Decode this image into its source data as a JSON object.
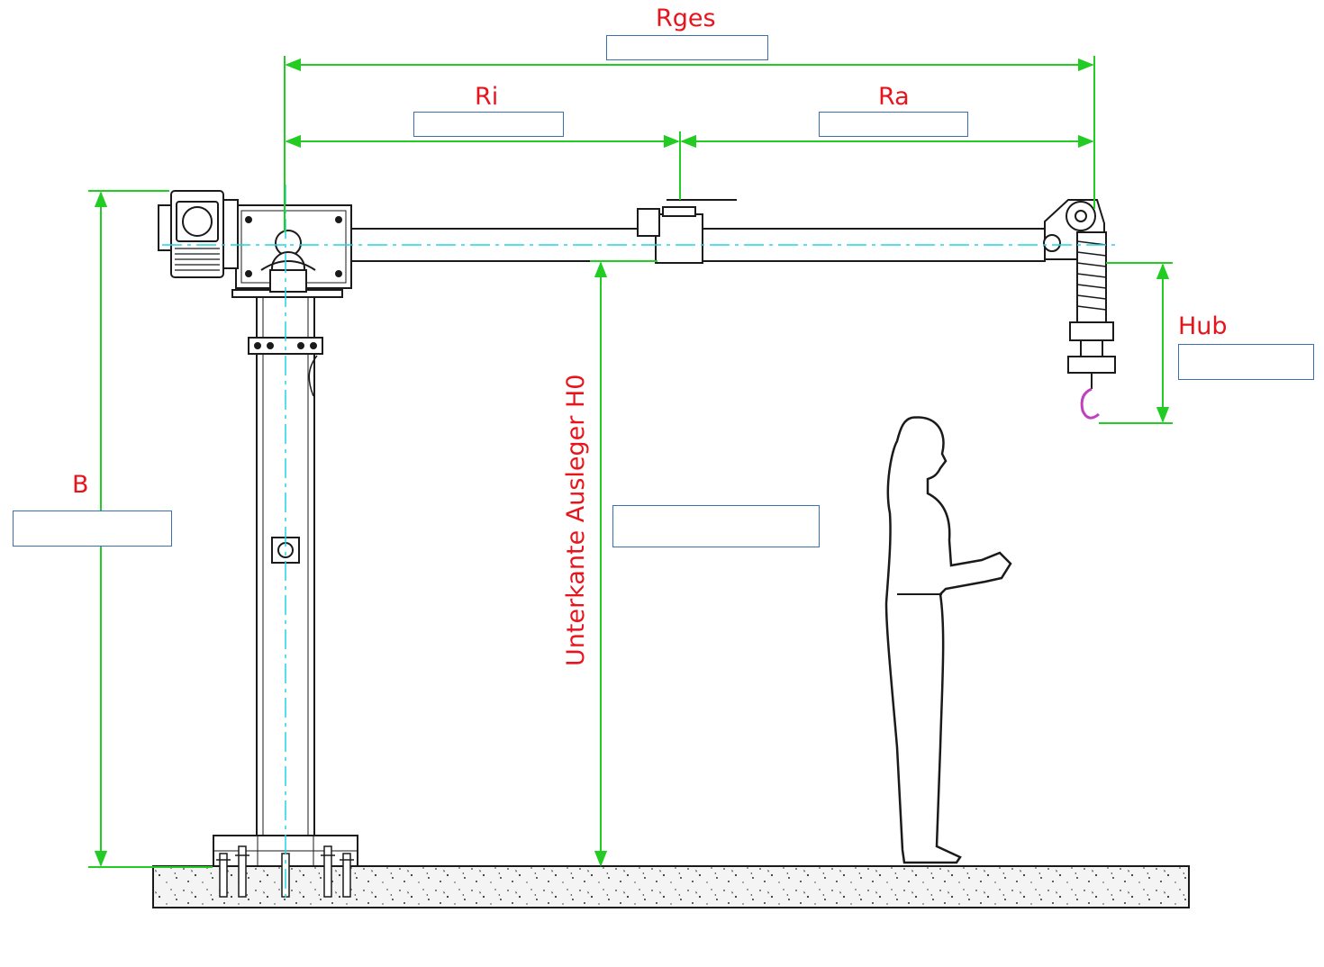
{
  "colors": {
    "dimension_line": "#22cc22",
    "label_text": "#e8141c",
    "centerline": "#22d3e6",
    "drawing": "#1a1a1a",
    "input_border": "#3b6fb0",
    "hook": "#c040c0"
  },
  "dimensions": {
    "rges": {
      "label": "Rges",
      "value": ""
    },
    "ri": {
      "label": "Ri",
      "value": ""
    },
    "ra": {
      "label": "Ra",
      "value": ""
    },
    "hub": {
      "label": "Hub",
      "value": ""
    },
    "b": {
      "label": "B",
      "value": ""
    },
    "h0": {
      "label": "Unterkante Ausleger H0",
      "value": ""
    }
  }
}
